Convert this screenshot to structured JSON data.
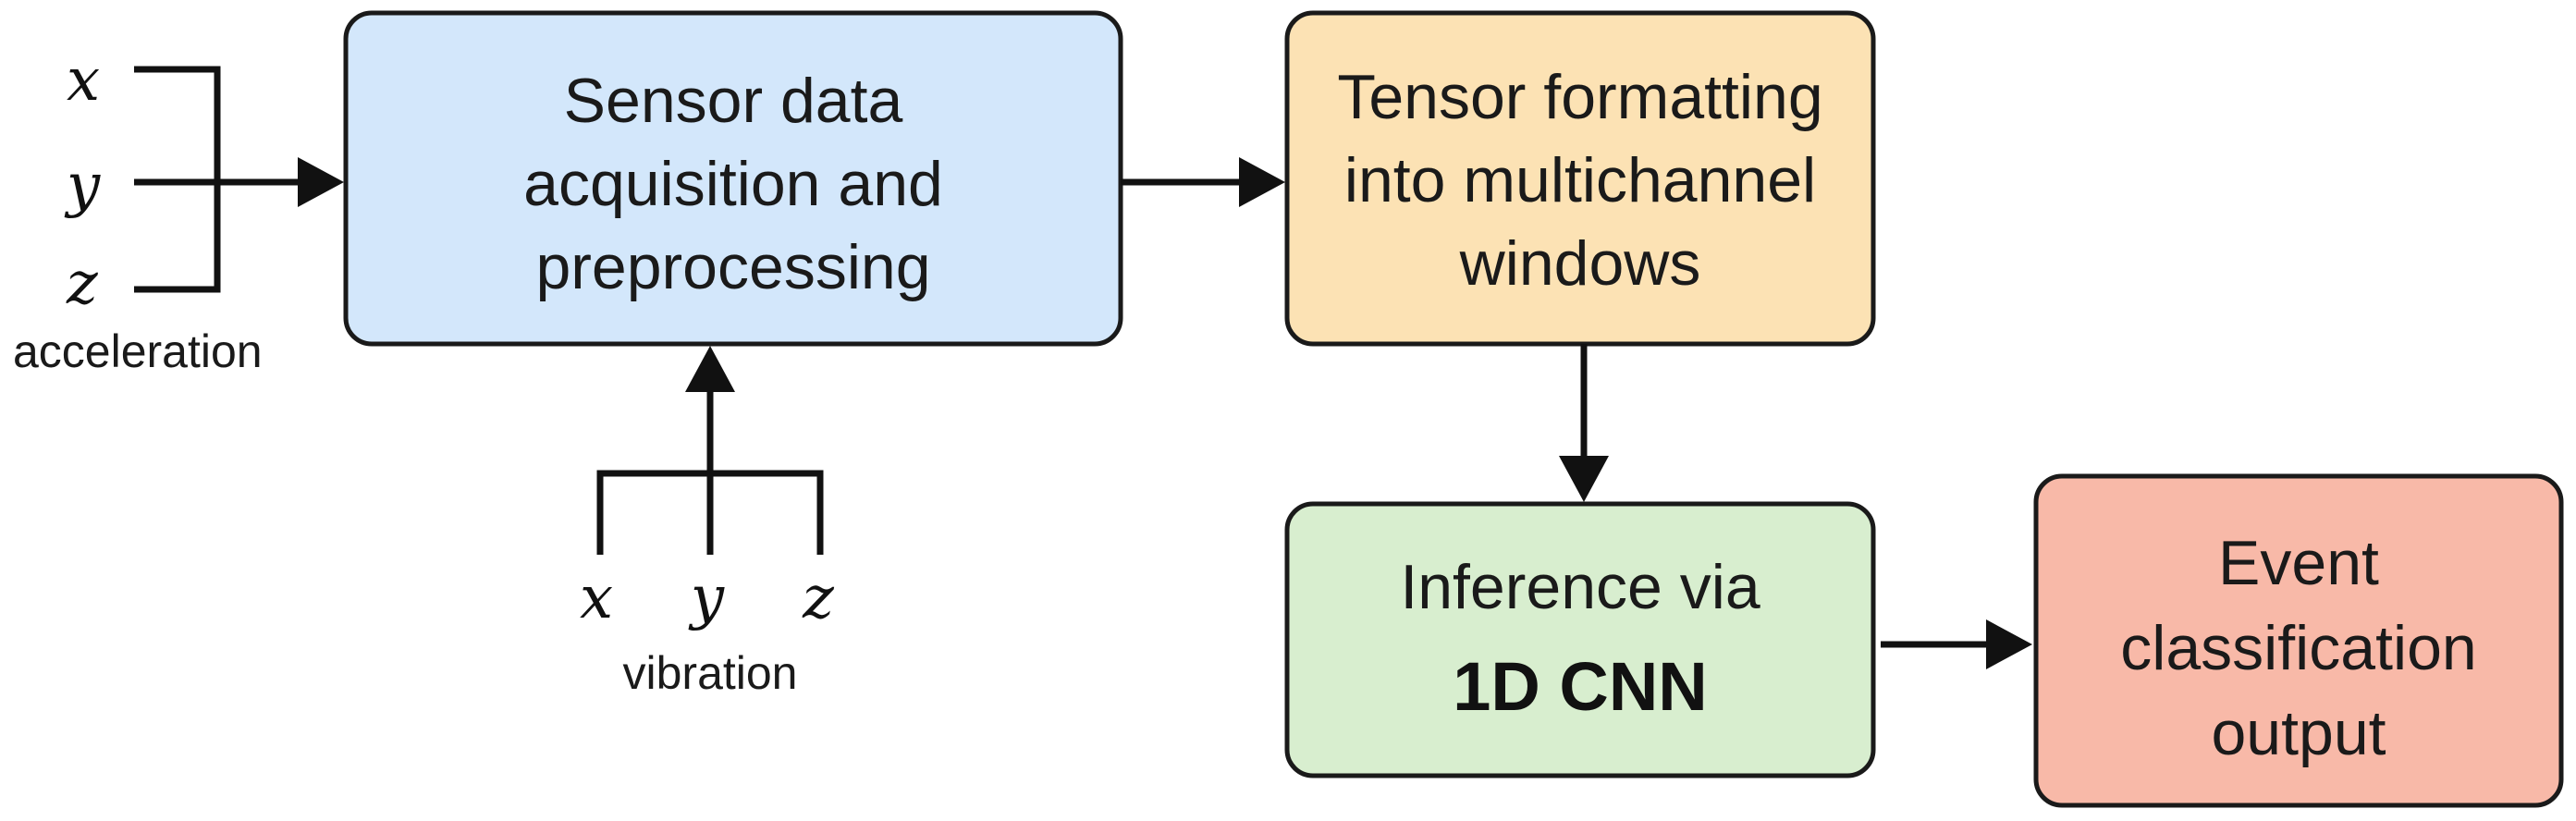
{
  "acceleration": {
    "axes": [
      "x",
      "y",
      "z"
    ],
    "label": "acceleration"
  },
  "vibration": {
    "axes": [
      "x",
      "y",
      "z"
    ],
    "label": "vibration"
  },
  "nodes": {
    "acquisition": {
      "lines": [
        "Sensor data",
        "acquisition and",
        "preprocessing"
      ],
      "color": "#d3e7fb"
    },
    "formatting": {
      "lines": [
        "Tensor formatting",
        "into multichannel",
        "windows"
      ],
      "color": "#fce2b4"
    },
    "inference": {
      "line1": "Inference via",
      "line2": "1D CNN",
      "color": "#d8eecf"
    },
    "classification": {
      "lines": [
        "Event",
        "classification",
        "output"
      ],
      "color": "#f8b9a8"
    }
  },
  "colors": {
    "stroke": "#111111"
  }
}
